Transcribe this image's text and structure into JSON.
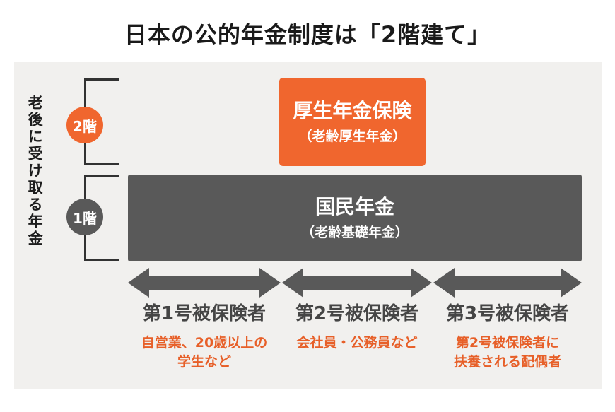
{
  "title": "日本の公的年金制度は「2階建て」",
  "side_label": "老後に受け取る年金",
  "colors": {
    "accent_orange": "#f0662e",
    "description_orange": "#e75f28",
    "dark_gray": "#595959",
    "panel_background": "#f1f0ee",
    "bracket_line": "#323232",
    "title_text": "#1a1a1a",
    "category_label_text": "#454545"
  },
  "tiers": [
    {
      "badge": "2階",
      "box_title": "厚生年金保険",
      "box_subtitle": "（老齢厚生年金）"
    },
    {
      "badge": "1階",
      "box_title": "国民年金",
      "box_subtitle": "（老齢基礎年金）"
    }
  ],
  "categories": [
    {
      "label": "第1号被保険者",
      "description": "自営業、20歳以上の\n学生など"
    },
    {
      "label": "第2号被保険者",
      "description": "会社員・公務員など"
    },
    {
      "label": "第3号被保険者",
      "description": "第2号被保険者に\n扶養される配偶者"
    }
  ],
  "icons": {
    "arrow": "double-headed-arrow"
  }
}
